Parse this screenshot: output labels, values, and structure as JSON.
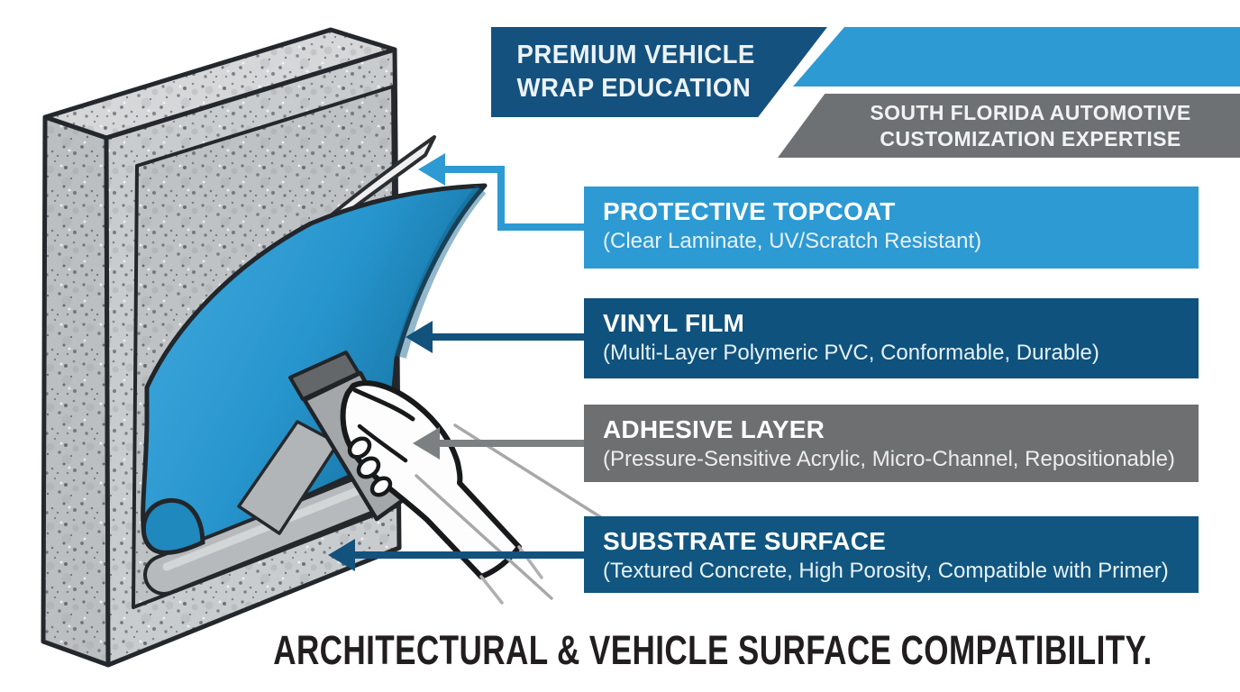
{
  "header": {
    "primary_banner": {
      "line1": "PREMIUM VEHICLE",
      "line2": "WRAP EDUCATION"
    },
    "secondary_banner": {
      "line1": "SOUTH FLORIDA AUTOMOTIVE",
      "line2": "CUSTOMIZATION EXPERTISE"
    }
  },
  "layer_labels": [
    {
      "title": "PROTECTIVE TOPCOAT",
      "subtitle": "(Clear Laminate, UV/Scratch Resistant)",
      "color": "#2d9ad3"
    },
    {
      "title": "VINYL FILM",
      "subtitle": "(Multi-Layer Polymeric PVC, Conformable, Durable)",
      "color": "#0f527e"
    },
    {
      "title": "ADHESIVE LAYER",
      "subtitle": "(Pressure-Sensitive Acrylic, Micro-Channel, Repositionable)",
      "color": "#6e6f71"
    },
    {
      "title": "SUBSTRATE SURFACE",
      "subtitle": "(Textured Concrete, High Porosity, Compatible with Primer)",
      "color": "#115680"
    }
  ],
  "footer": {
    "headline": "ARCHITECTURAL & VEHICLE SURFACE COMPATIBILITY."
  },
  "illustration": {
    "elements": [
      "concrete-substrate-block",
      "clear-laminate-sheet",
      "blue-vinyl-film",
      "backing-paper-roll",
      "application-squeegee",
      "installer-hand"
    ],
    "vinyl_color": "#2b97cf",
    "laminate_color": "#eef0f0",
    "concrete_color": "#c9ccce",
    "squeegee_color": "#a4a7a9"
  },
  "colors": {
    "accent_blue": "#2d9ad3",
    "navy": "#12527d",
    "gray_arrow": "#7d8082",
    "headline_text": "#221e1f"
  }
}
